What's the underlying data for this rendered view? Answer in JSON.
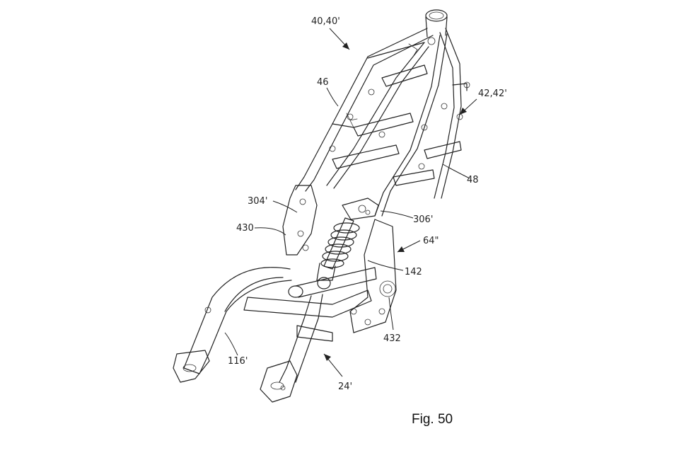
{
  "figure": {
    "caption": "Fig. 50",
    "reference_labels": {
      "frame": "40,40'",
      "rail_left": "46",
      "frame_right": "42,42'",
      "rail_right": "48",
      "bracket_left": "304'",
      "bracket_right": "306'",
      "mount_430": "430",
      "plate": "64\"",
      "shock": "142",
      "pivot": "432",
      "arm": "116'",
      "swingarm": "24'"
    }
  }
}
